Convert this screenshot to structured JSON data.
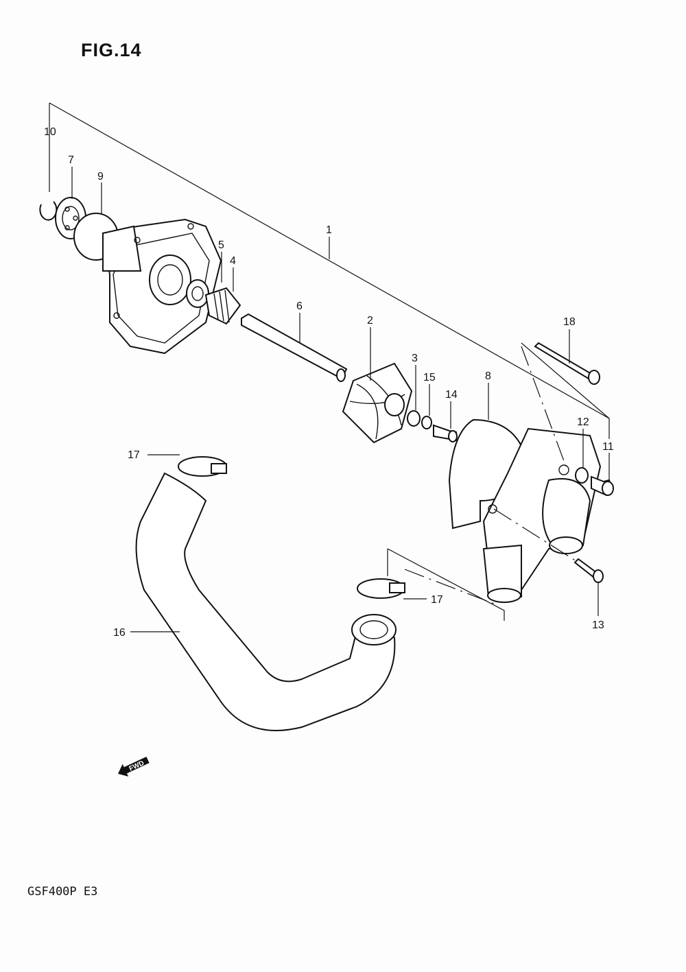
{
  "figure": {
    "title": "FIG.14"
  },
  "model_code": "GSF400P  E3",
  "direction_marker": {
    "label": "FWD",
    "icon": "forward-arrow-icon"
  },
  "callouts": [
    "1",
    "2",
    "3",
    "4",
    "5",
    "6",
    "7",
    "8",
    "9",
    "10",
    "11",
    "12",
    "13",
    "14",
    "15",
    "16",
    "17",
    "17",
    "18"
  ]
}
